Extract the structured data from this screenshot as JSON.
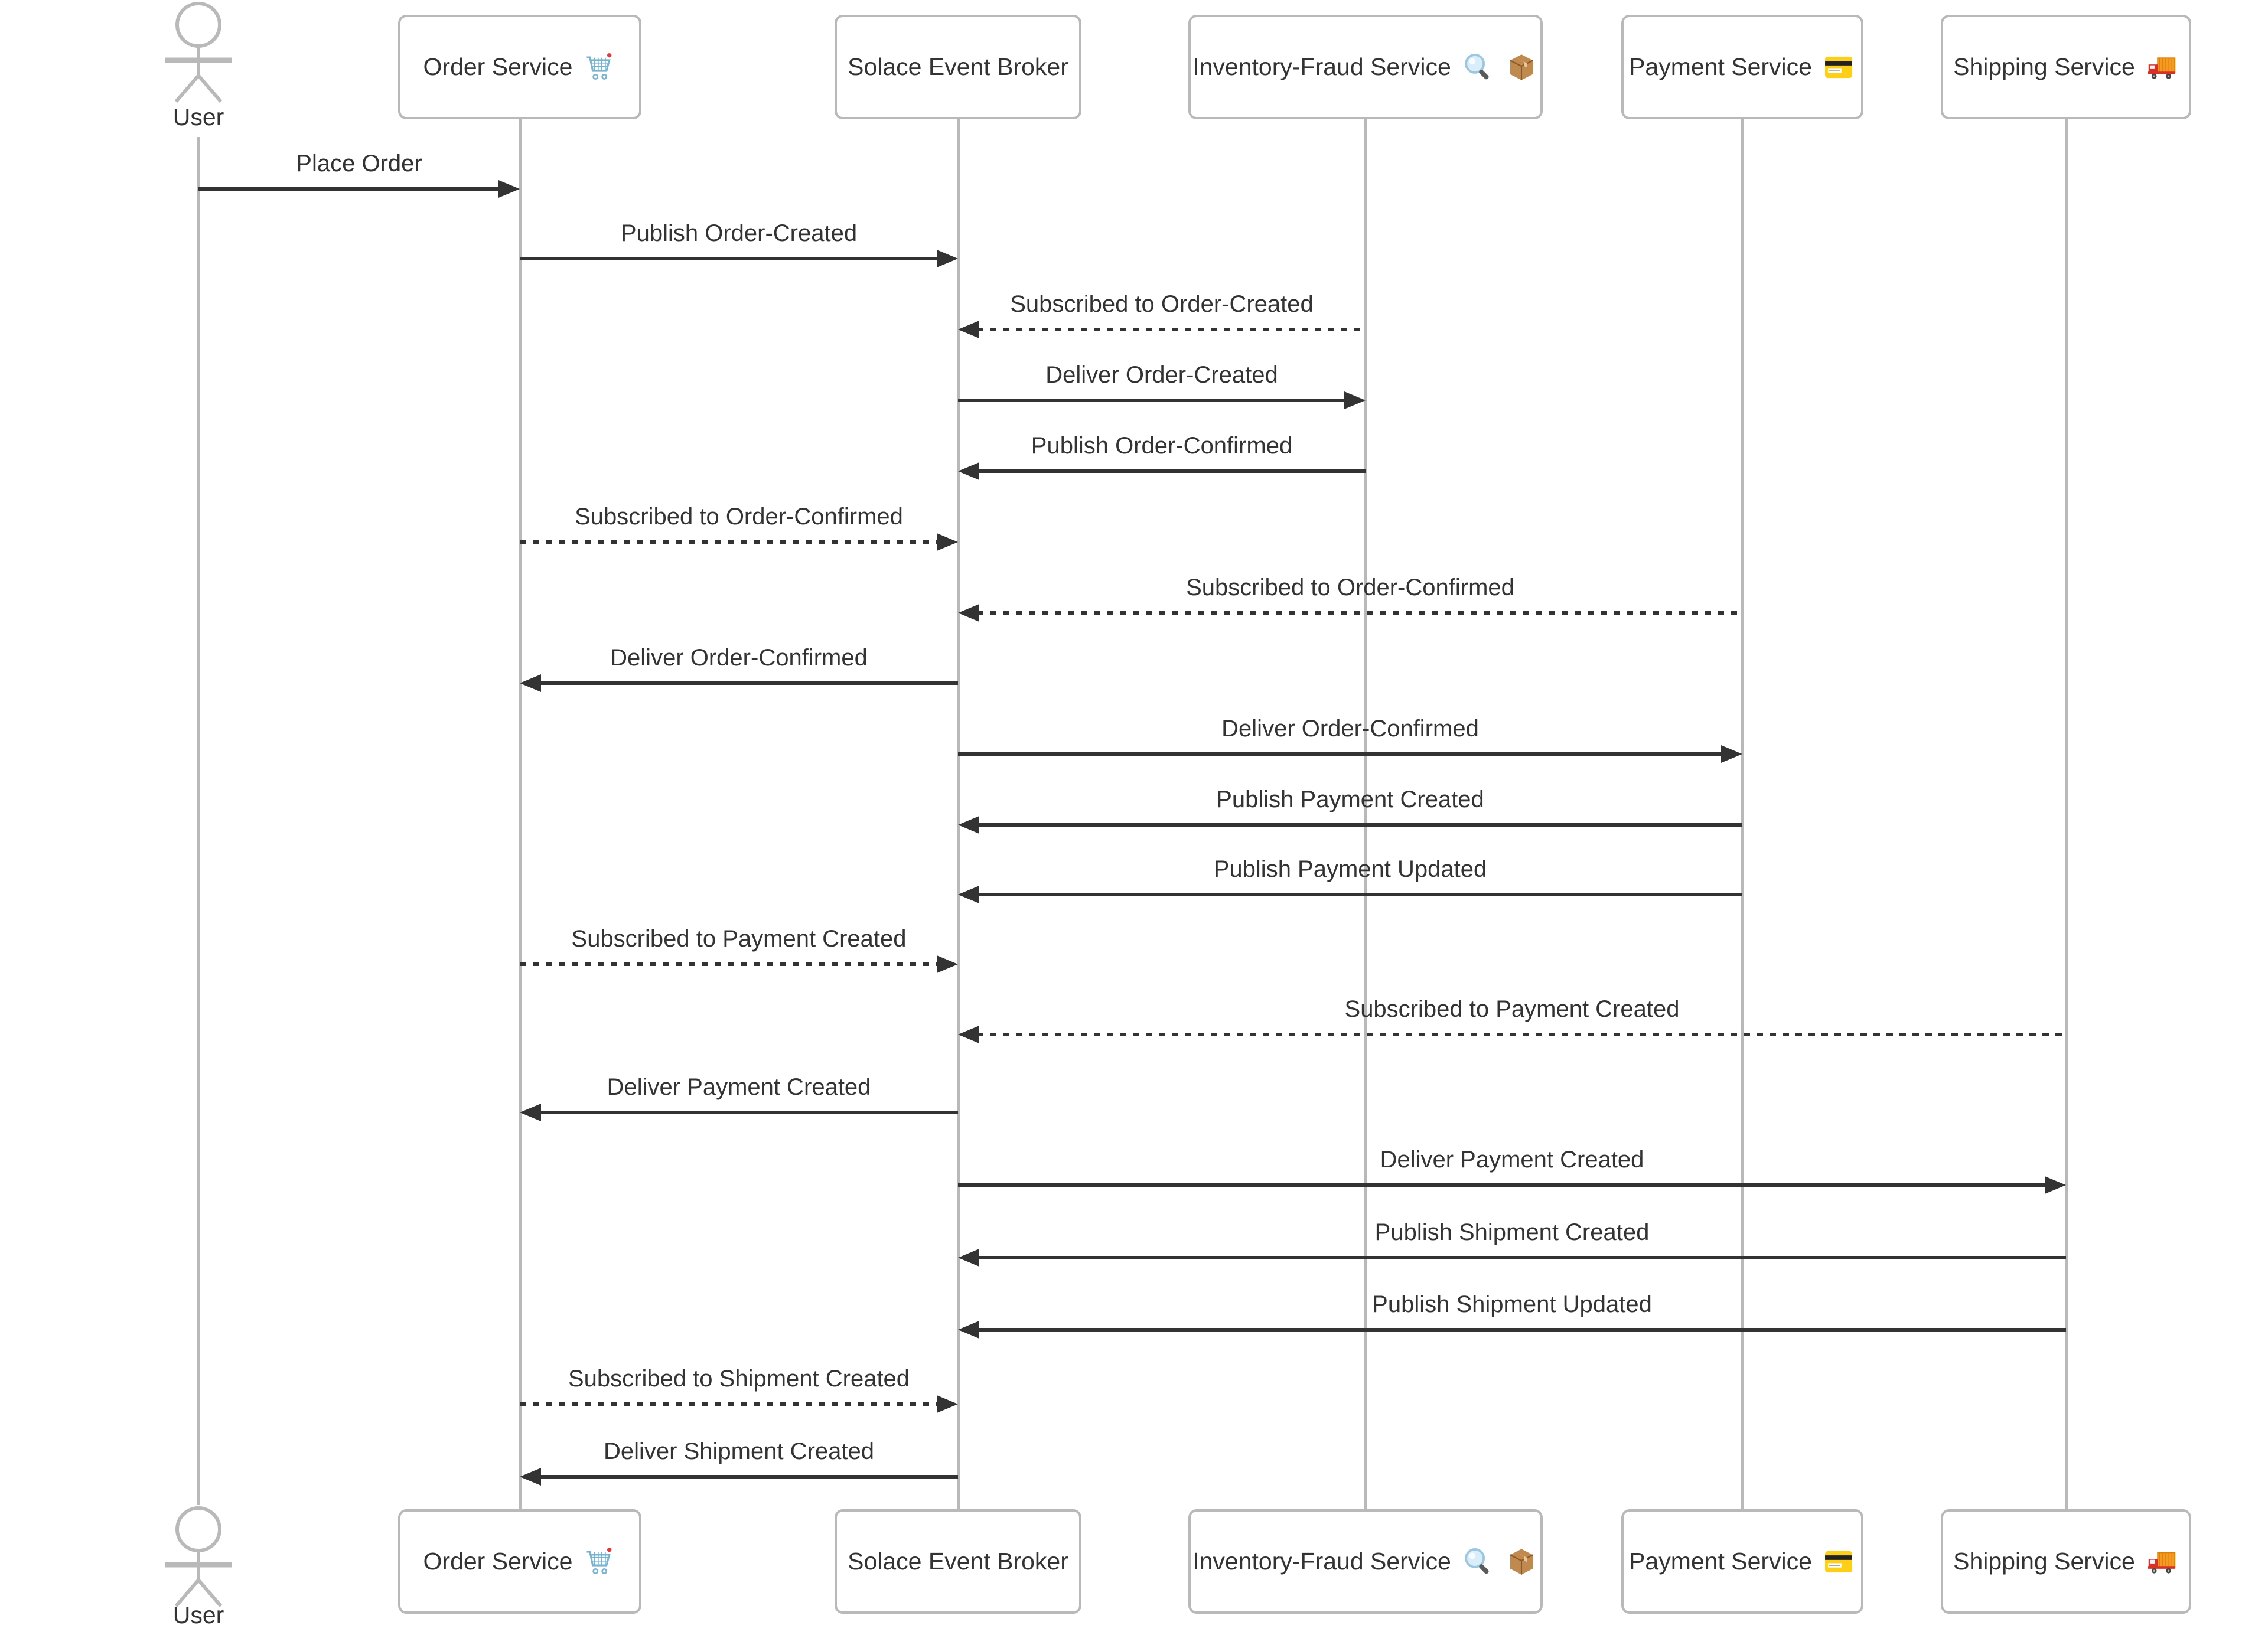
{
  "diagram": {
    "type": "sequence-diagram",
    "background": "#ffffff",
    "colors": {
      "message_line": "#333333",
      "message_text": "#333333",
      "lifeline": "#b9b9b9",
      "box_border": "#b9b9b9",
      "box_fill": "#ffffff",
      "actor_stroke": "#b9b9b9",
      "cart_icon_blue": "#7ab3d0",
      "credit_card_yellow": "#fdd017",
      "truck_cab_red": "#d93025",
      "truck_cargo_orange": "#f59a23",
      "package_brown": "#c08a4f"
    },
    "participants": [
      {
        "id": "user",
        "label": "User",
        "type": "actor",
        "icons": []
      },
      {
        "id": "order",
        "label": "Order Service",
        "type": "box",
        "icons": [
          "cart-icon"
        ]
      },
      {
        "id": "broker",
        "label": "Solace Event Broker",
        "type": "box",
        "icons": []
      },
      {
        "id": "inventory",
        "label": "Inventory-Fraud Service",
        "type": "box",
        "icons": [
          "magnifying-glass-icon",
          "package-icon"
        ]
      },
      {
        "id": "payment",
        "label": "Payment Service",
        "type": "box",
        "icons": [
          "credit-card-icon"
        ]
      },
      {
        "id": "shipping",
        "label": "Shipping Service",
        "type": "box",
        "icons": [
          "truck-icon"
        ]
      }
    ],
    "messages": [
      {
        "from": "user",
        "to": "order",
        "label": "Place Order",
        "line": "solid"
      },
      {
        "from": "order",
        "to": "broker",
        "label": "Publish Order-Created",
        "line": "solid"
      },
      {
        "from": "inventory",
        "to": "broker",
        "label": "Subscribed to Order-Created",
        "line": "dashed"
      },
      {
        "from": "broker",
        "to": "inventory",
        "label": "Deliver Order-Created",
        "line": "solid"
      },
      {
        "from": "inventory",
        "to": "broker",
        "label": "Publish Order-Confirmed",
        "line": "solid"
      },
      {
        "from": "order",
        "to": "broker",
        "label": "Subscribed to Order-Confirmed",
        "line": "dashed"
      },
      {
        "from": "payment",
        "to": "broker",
        "label": "Subscribed to Order-Confirmed",
        "line": "dashed"
      },
      {
        "from": "broker",
        "to": "order",
        "label": "Deliver Order-Confirmed",
        "line": "solid"
      },
      {
        "from": "broker",
        "to": "payment",
        "label": "Deliver Order-Confirmed",
        "line": "solid"
      },
      {
        "from": "payment",
        "to": "broker",
        "label": "Publish Payment Created",
        "line": "solid"
      },
      {
        "from": "payment",
        "to": "broker",
        "label": "Publish Payment Updated",
        "line": "solid"
      },
      {
        "from": "order",
        "to": "broker",
        "label": "Subscribed to Payment Created",
        "line": "dashed"
      },
      {
        "from": "shipping",
        "to": "broker",
        "label": "Subscribed to Payment Created",
        "line": "dashed"
      },
      {
        "from": "broker",
        "to": "order",
        "label": "Deliver Payment Created",
        "line": "solid"
      },
      {
        "from": "broker",
        "to": "shipping",
        "label": "Deliver Payment Created",
        "line": "solid"
      },
      {
        "from": "shipping",
        "to": "broker",
        "label": "Publish Shipment Created",
        "line": "solid"
      },
      {
        "from": "shipping",
        "to": "broker",
        "label": "Publish Shipment Updated",
        "line": "solid"
      },
      {
        "from": "order",
        "to": "broker",
        "label": "Subscribed to Shipment Created",
        "line": "dashed"
      },
      {
        "from": "broker",
        "to": "order",
        "label": "Deliver Shipment Created",
        "line": "solid"
      }
    ]
  }
}
